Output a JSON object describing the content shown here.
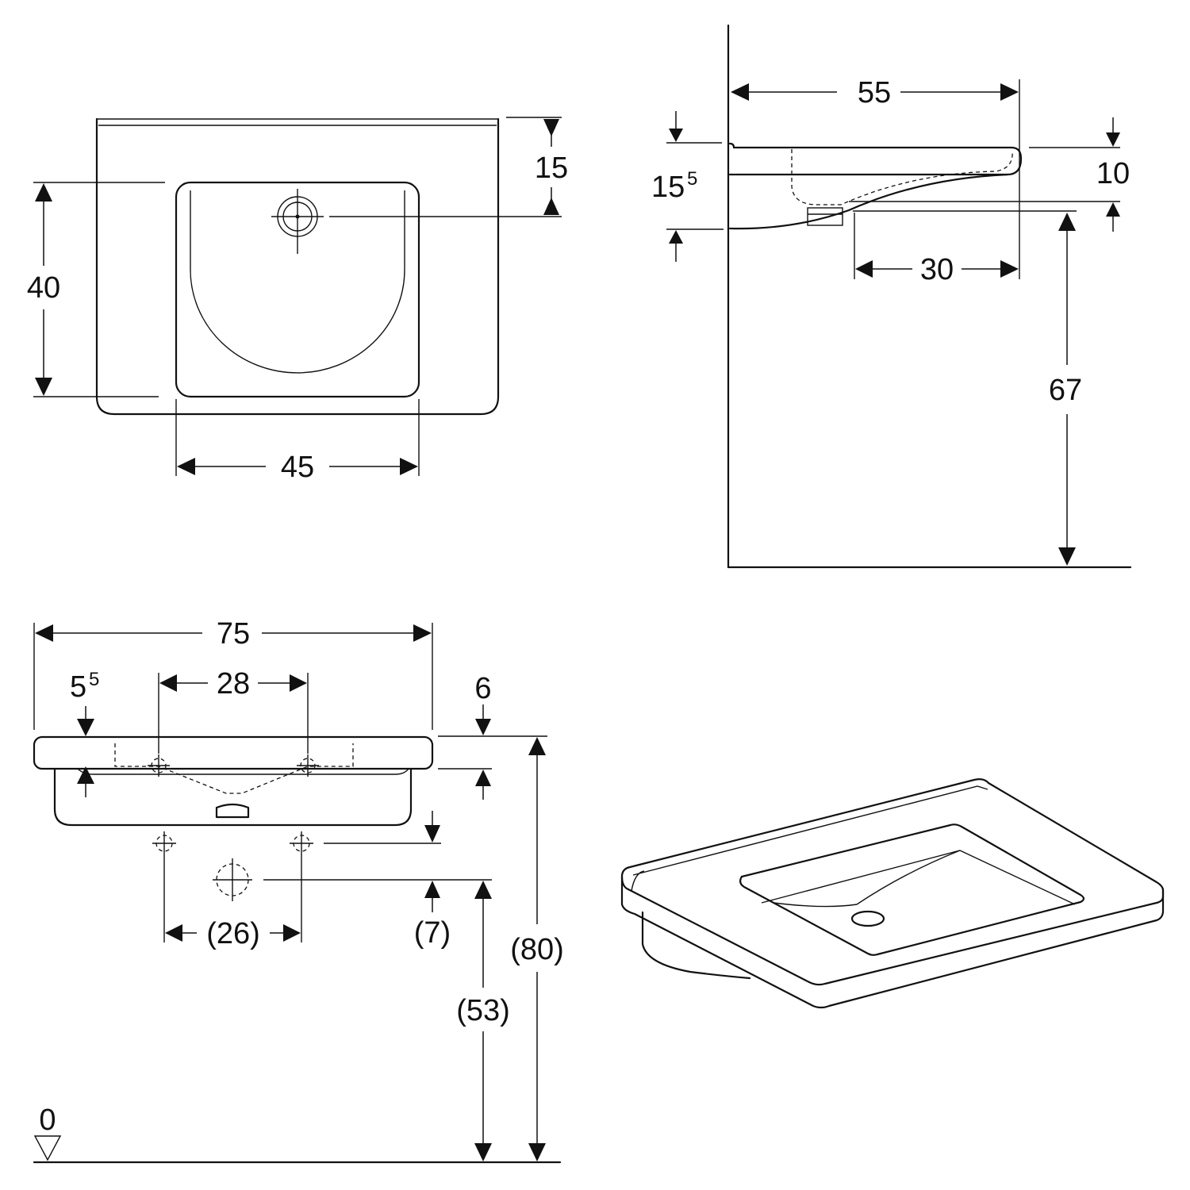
{
  "top_view": {
    "depth_to_drain": "15",
    "bowl_depth": "40",
    "bowl_width": "45"
  },
  "side_view": {
    "projection": "55",
    "rim_height": "15",
    "rim_height_sup": "5",
    "rim_thickness": "10",
    "drain_offset": "30",
    "floor_height": "67"
  },
  "front_view": {
    "overall_width": "75",
    "tap_spacing": "28",
    "tap_inset": "5",
    "tap_inset_sup": "5",
    "rim_drop": "6",
    "supply_spacing": "(26)",
    "supply_drop": "(7)",
    "supply_height": "(53)",
    "total_height": "(80)",
    "floor_level": "0"
  }
}
